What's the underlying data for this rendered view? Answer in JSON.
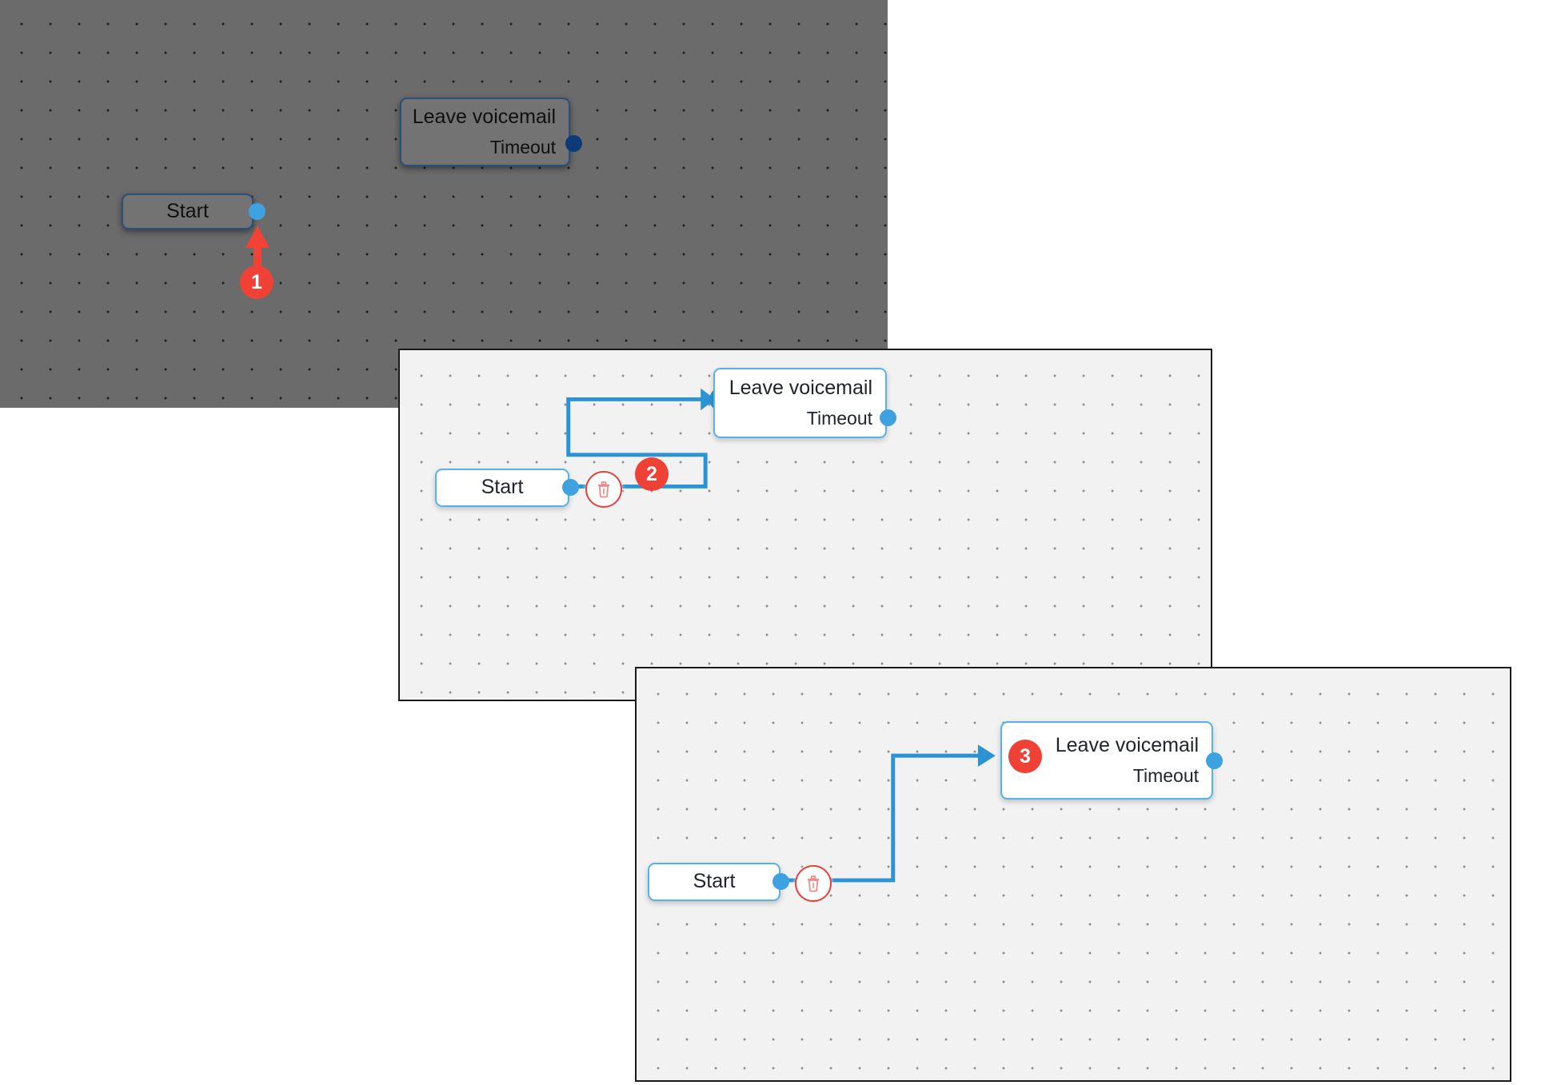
{
  "title": "Flow builder connection steps",
  "colors": {
    "accent_blue": "#3fa2e0",
    "node_border": "#56b2e8",
    "wire": "#2c93d5",
    "badge_red": "#ef4136",
    "delete_red": "#e8413a",
    "dim_overlay": "#6b6b6b",
    "canvas_bg": "#f2f2f2"
  },
  "panels": [
    {
      "id": "panel-1",
      "state": "dimmed",
      "badge": "1",
      "nodes": [
        {
          "name": "leave-voicemail",
          "title": "Leave voicemail",
          "subtitle": "Timeout"
        },
        {
          "name": "start",
          "title": "Start",
          "subtitle": ""
        }
      ],
      "annotation": {
        "type": "red-arrow-up",
        "points_to": "start-output-port"
      }
    },
    {
      "id": "panel-2",
      "state": "active",
      "badge": "2",
      "nodes": [
        {
          "name": "leave-voicemail",
          "title": "Leave voicemail",
          "subtitle": "Timeout"
        },
        {
          "name": "start",
          "title": "Start",
          "subtitle": ""
        }
      ],
      "connection": {
        "status": "dragging",
        "endpoint": "arrow-and-dot"
      },
      "delete_icon": "trash-icon"
    },
    {
      "id": "panel-3",
      "state": "active",
      "badge": "3",
      "nodes": [
        {
          "name": "leave-voicemail",
          "title": "Leave voicemail",
          "subtitle": "Timeout"
        },
        {
          "name": "start",
          "title": "Start",
          "subtitle": ""
        }
      ],
      "connection": {
        "status": "connected",
        "endpoint": "arrowhead"
      },
      "delete_icon": "trash-icon"
    }
  ],
  "labels": {
    "start": "Start",
    "leave_voicemail": "Leave voicemail",
    "timeout": "Timeout",
    "badge1": "1",
    "badge2": "2",
    "badge3": "3"
  }
}
